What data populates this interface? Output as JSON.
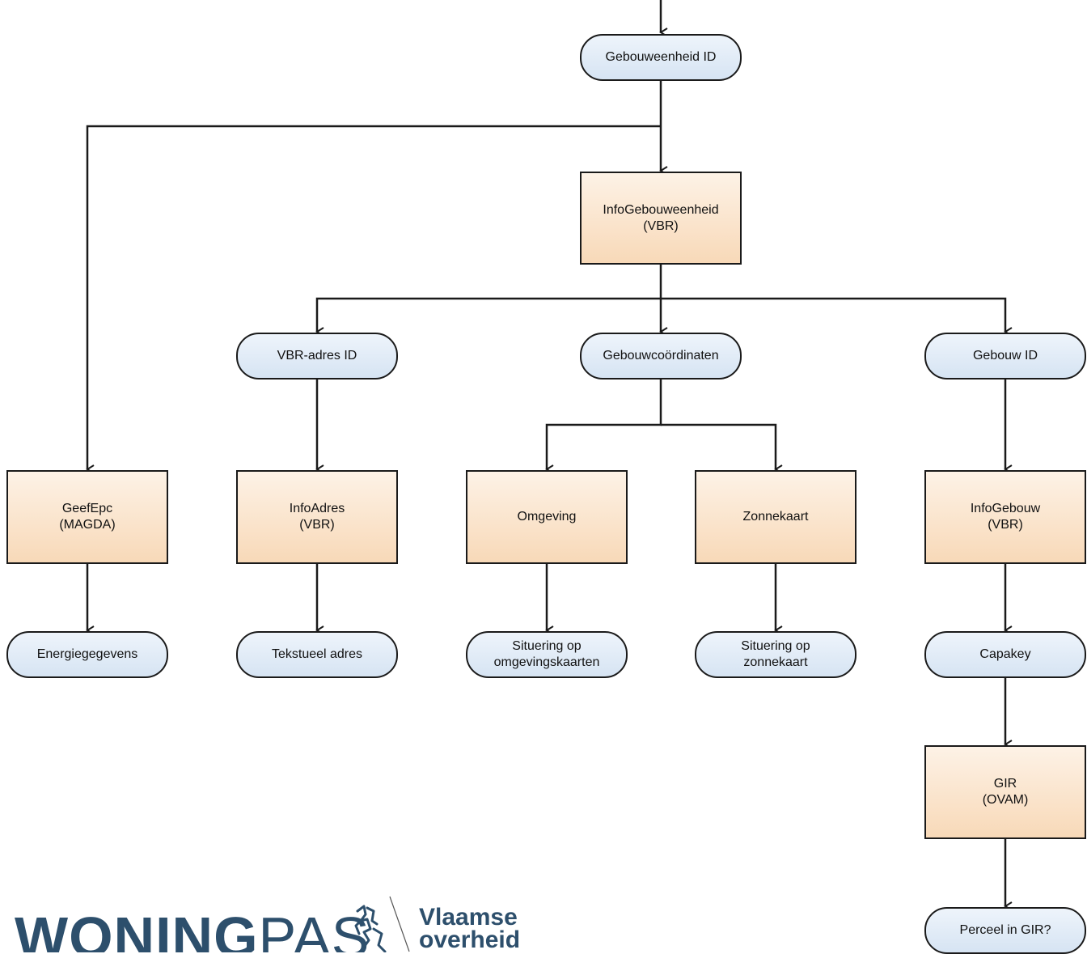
{
  "nodes": {
    "gebouweenheid_id": "Gebouweenheid ID",
    "info_gebouweenheid": "InfoGebouweenheid\n(VBR)",
    "vbr_adres_id": "VBR-adres ID",
    "gebouwcoordinaten": "Gebouwcoördinaten",
    "gebouw_id": "Gebouw ID",
    "geef_epc": "GeefEpc\n(MAGDA)",
    "info_adres": "InfoAdres\n(VBR)",
    "omgeving": "Omgeving",
    "zonnekaart": "Zonnekaart",
    "info_gebouw": "InfoGebouw\n(VBR)",
    "energiegegevens": "Energiegegevens",
    "tekstueel_adres": "Tekstueel adres",
    "situering_omgeving": "Situering op\nomgevingskaarten",
    "situering_zonnekaart": "Situering op\nzonnekaart",
    "capakey": "Capakey",
    "gir": "GIR\n(OVAM)",
    "perceel_gir": "Perceel in GIR?"
  },
  "logo": {
    "brand_bold": "WONING",
    "brand_light": "PAS",
    "government": "Vlaamse\noverheid"
  },
  "colors": {
    "pill_fill": "#dce8f5",
    "box_fill": "#fbe3cc",
    "line": "#1a1a1a",
    "logo": "#2d4f6c"
  }
}
